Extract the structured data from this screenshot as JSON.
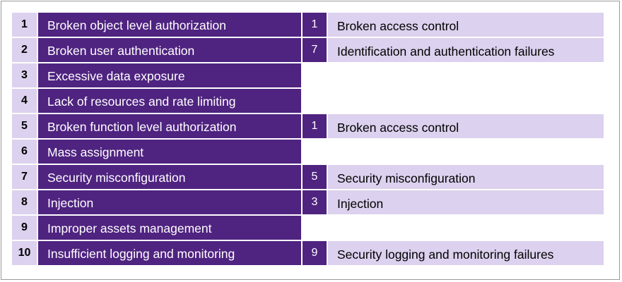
{
  "left_rows": [
    {
      "num": "1",
      "label": "Broken object level authorization"
    },
    {
      "num": "2",
      "label": "Broken user authentication"
    },
    {
      "num": "3",
      "label": "Excessive data exposure"
    },
    {
      "num": "4",
      "label": "Lack of resources and rate limiting"
    },
    {
      "num": "5",
      "label": "Broken function level authorization"
    },
    {
      "num": "6",
      "label": "Mass assignment"
    },
    {
      "num": "7",
      "label": "Security misconfiguration"
    },
    {
      "num": "8",
      "label": "Injection"
    },
    {
      "num": "9",
      "label": "Improper assets management"
    },
    {
      "num": "10",
      "label": "Insufficient logging and monitoring"
    }
  ],
  "right_rows": [
    {
      "num": "1",
      "label": "Broken access control"
    },
    {
      "num": "7",
      "label": "Identification and authentication failures"
    },
    null,
    null,
    {
      "num": "1",
      "label": "Broken access control"
    },
    null,
    {
      "num": "5",
      "label": "Security misconfiguration"
    },
    {
      "num": "3",
      "label": "Injection"
    },
    null,
    {
      "num": "9",
      "label": "Security logging and monitoring failures"
    }
  ],
  "colors": {
    "dark_purple": "#4f2380",
    "light_lavender": "#dcd1ee"
  }
}
